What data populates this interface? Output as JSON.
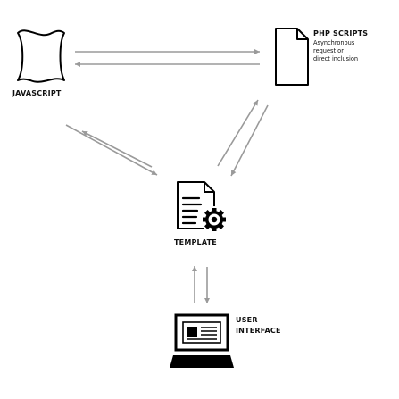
{
  "nodes": {
    "javascript": {
      "label": "JAVASCRIPT"
    },
    "php": {
      "label": "PHP SCRIPTS",
      "description": [
        "Asynchronous",
        "request or",
        "direct inclusion"
      ]
    },
    "template": {
      "label": "TEMPLATE"
    },
    "ui": {
      "label_lines": [
        "USER",
        "INTERFACE"
      ]
    }
  },
  "colors": {
    "arrow": "#9a9a9a",
    "icon_stroke": "#000000",
    "background": "#ffffff"
  },
  "icons": {
    "javascript": "scroll-icon",
    "php": "document-icon",
    "template": "document-gear-icon",
    "ui": "laptop-icon"
  }
}
